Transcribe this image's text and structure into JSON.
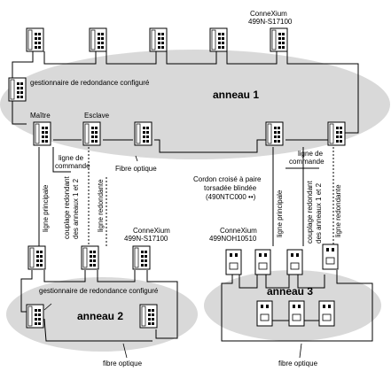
{
  "labels": {
    "connexium_top": "ConneXium",
    "model_top": "499N-S17100",
    "redundancy_manager_top": "gestionnaire de redondance configuré",
    "ring1": "anneau 1",
    "master": "Maître",
    "slave": "Esclave",
    "control_line_left_1": "ligne de",
    "control_line_left_2": "commande",
    "control_line_right_1": "ligne de",
    "control_line_right_2": "commande",
    "optical_fiber_top": "Fibre optique",
    "crossed_cable_1": "Cordon croisé à paire",
    "crossed_cable_2": "torsadée blindée",
    "crossed_cable_3": "(490NTC000 ••)",
    "main_line_left": "ligne principale",
    "coupling_left_1": "couplage redondant",
    "coupling_left_2": "des anneaux 1 et 2",
    "redundant_line_left": "ligne redondante",
    "connexium_mid_left": "ConneXium",
    "model_mid_left": "499N-S17100",
    "connexium_mid_right": "ConneXium",
    "model_mid_right": "499NOH10510",
    "main_line_right": "ligne principale",
    "coupling_right_1": "couplage redondant",
    "coupling_right_2": "des anneaux 1 et 2",
    "redundant_line_right": "ligne redondante",
    "redundancy_manager_bottom": "gestionnaire de redondance configuré",
    "ring2": "anneau 2",
    "ring3": "anneau 3",
    "optical_fiber_bottom_left": "fibre optique",
    "optical_fiber_bottom_right": "fibre optique"
  },
  "colors": {
    "ring_fill": "#d9d9d9",
    "line": "#000000"
  }
}
